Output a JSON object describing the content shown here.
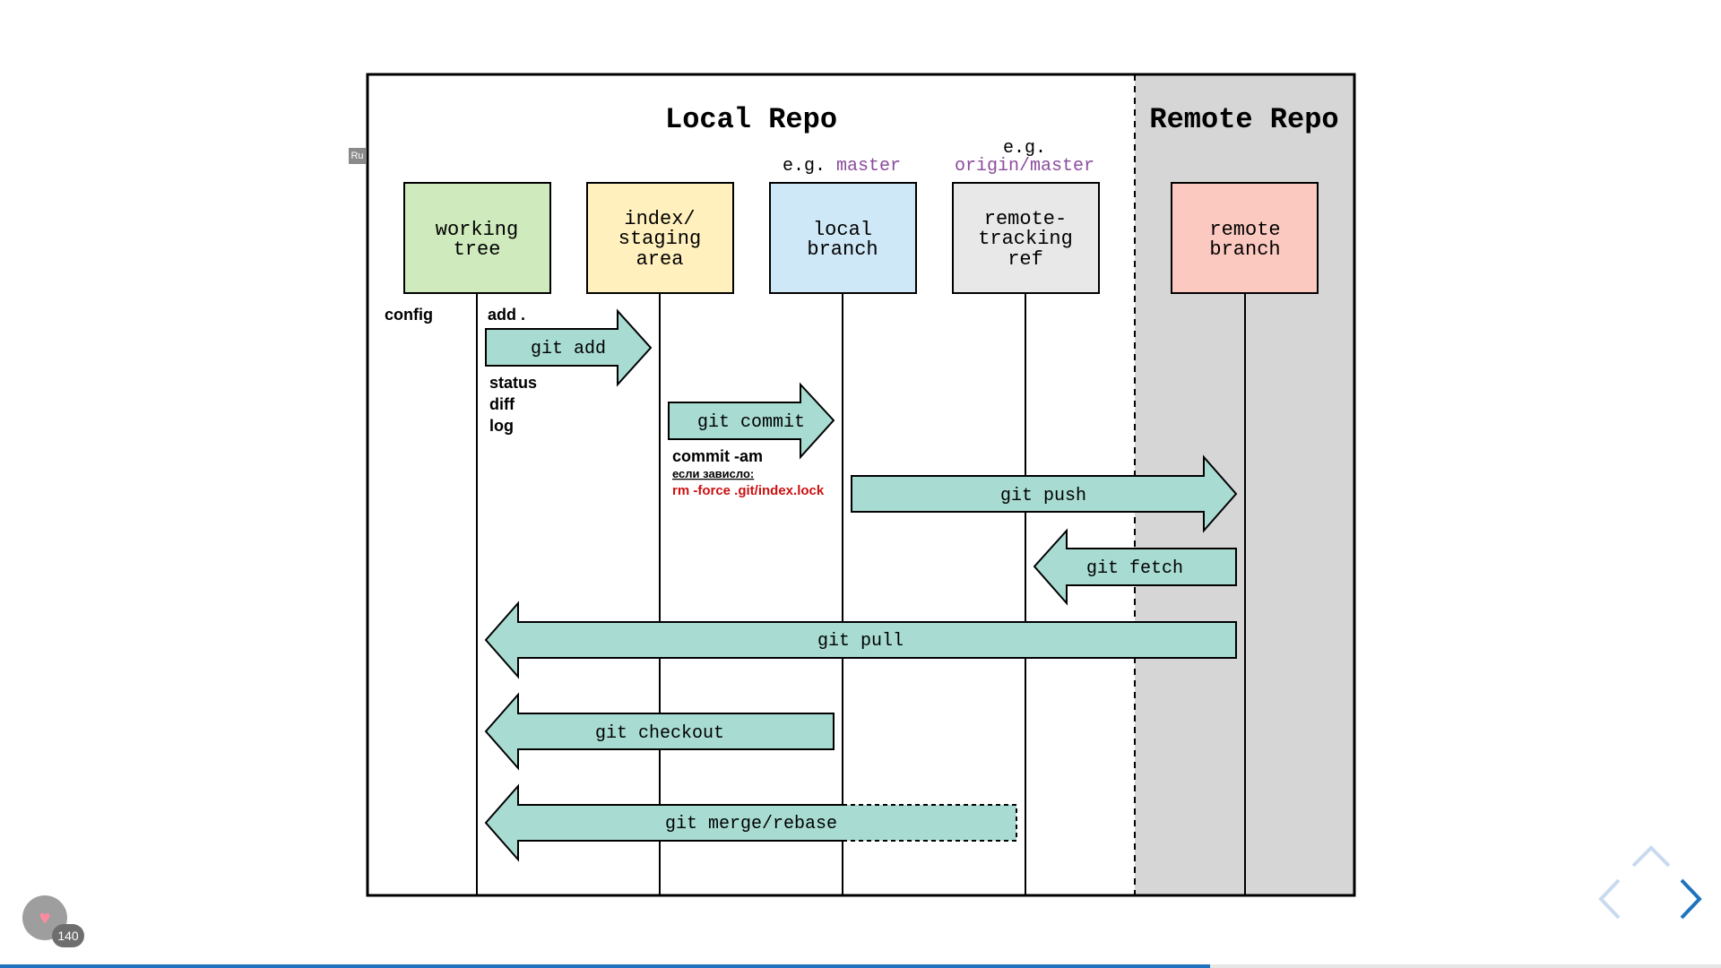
{
  "lang_badge": "Ru",
  "diagram": {
    "local_title": "Local Repo",
    "remote_title": "Remote Repo",
    "eg1_prefix": "e.g.",
    "eg1_value": "master",
    "eg2_prefix": "e.g.",
    "eg2_value": "origin/master",
    "boxes": [
      {
        "lines": [
          "working",
          "tree"
        ],
        "color": "#cfeabd"
      },
      {
        "lines": [
          "index/",
          "staging",
          "area"
        ],
        "color": "#fff0bd"
      },
      {
        "lines": [
          "local",
          "branch"
        ],
        "color": "#cfe8f7"
      },
      {
        "lines": [
          "remote-",
          "tracking",
          "ref"
        ],
        "color": "#e8e8e8"
      },
      {
        "lines": [
          "remote",
          "branch"
        ],
        "color": "#fcc9c0"
      }
    ],
    "arrows": {
      "add": "git add",
      "commit": "git commit",
      "push": "git push",
      "fetch": "git fetch",
      "pull": "git pull",
      "checkout": "git checkout",
      "merge": "git merge/rebase"
    },
    "notes": {
      "config": "config",
      "add_dot": "add .",
      "status": "status",
      "diff": "diff",
      "log": "log",
      "commit_am": "commit -am",
      "hang_ru": "если зависло:",
      "rm_lock": "rm -force .git/index.lock"
    },
    "colors": {
      "arrow_fill": "#a8dcd3",
      "remote_area": "#d6d6d6",
      "eg_value": "#8b4c9c",
      "error_red": "#cc1111"
    }
  },
  "like": {
    "count": "140",
    "icon": "heart-icon"
  },
  "nav": {
    "up_icon": "chevron-up-icon",
    "left_icon": "chevron-left-icon",
    "right_icon": "chevron-right-icon"
  },
  "progress": {
    "fraction": 0.703
  }
}
